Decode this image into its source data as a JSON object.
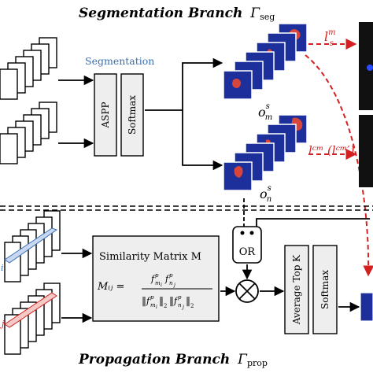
{
  "segmentation_branch": {
    "title": "Segmentation Branch",
    "symbol": "Γ",
    "subscript": "seg",
    "section_label": "Segmentation",
    "aspp_label": "ASPP",
    "softmax_label": "Softmax",
    "output_top_base": "o",
    "output_top_sup": "s",
    "output_top_sub": "m",
    "output_bottom_base": "o",
    "output_bottom_sup": "s",
    "output_bottom_sub": "n",
    "loss_top_base": "l",
    "loss_top_sup": "m",
    "loss_top_sub": "s",
    "loss_bottom": "lᶜᵐ (lᶜᵐ′)"
  },
  "propagation_branch": {
    "title": "Propagation Branch",
    "symbol": "Γ",
    "subscript": "prop",
    "similarity_title": "Similarity Matrix M",
    "equation_lhs": "Mᵢⱼ =",
    "or_label": "OR",
    "average_label": "Average Top K",
    "softmax_label": "Softmax",
    "index_i": "i",
    "index_j": "j"
  },
  "colors": {
    "accent_blue": "#3a6fb0",
    "mask_blue": "#1c2f9a",
    "mask_red": "#d8453a",
    "dashed_red": "#d42020",
    "box_fill": "#eeeeee",
    "dark_panel": "#111111"
  }
}
